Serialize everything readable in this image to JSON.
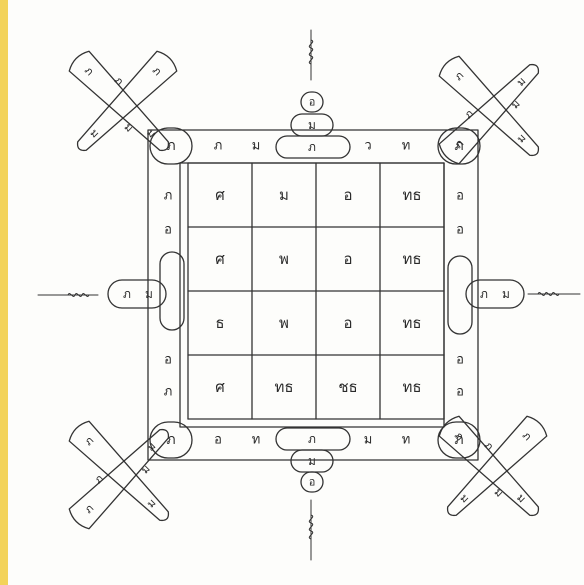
{
  "colors": {
    "background": "#f3d35a",
    "paper": "#fdfdfb",
    "ink": "#333333"
  },
  "grid": {
    "rows": 4,
    "cols": 4,
    "cells": [
      [
        "ศ",
        "ม",
        "อ",
        "ทธ"
      ],
      [
        "ศ",
        "พ",
        "อ",
        "ทธ"
      ],
      [
        "ธ",
        "พ",
        "อ",
        "ทธ"
      ],
      [
        "ศ",
        "ทธ",
        "ชธ",
        "ทธ"
      ]
    ]
  },
  "border": {
    "top": [
      "ภ",
      "ม",
      "ว",
      "ท"
    ],
    "bottom": [
      "อ",
      "ท",
      "ม",
      "ท"
    ],
    "left": [
      "ภ",
      "อ",
      "อ",
      "ภ"
    ],
    "right": [
      "อ",
      "อ",
      "อ",
      "อ"
    ]
  },
  "corner_ovals": {
    "top_left": "ภ",
    "top_right": "ภ",
    "bottom_left": "ภ",
    "bottom_right": "ภ"
  },
  "stupa_top": [
    "อ",
    "ม",
    "ภ"
  ],
  "stupa_bottom": [
    "ภ",
    "ม",
    "อ"
  ],
  "side_ovals": {
    "left": [
      "ภ",
      "ม"
    ],
    "right": [
      "ภ",
      "ม"
    ]
  },
  "petals": {
    "top_left": [
      "ภ",
      "ภ",
      "ภ",
      "ม",
      "ม",
      "ม"
    ],
    "top_right": [
      "ภ",
      "ภ",
      "ภ",
      "ม",
      "ม",
      "ม"
    ],
    "bottom_left": [
      "ภ",
      "ภ",
      "ภ",
      "ม",
      "ม",
      "ม"
    ],
    "bottom_right": [
      "ภ",
      "ภ",
      "ภ",
      "ม",
      "ม",
      "ม"
    ]
  }
}
